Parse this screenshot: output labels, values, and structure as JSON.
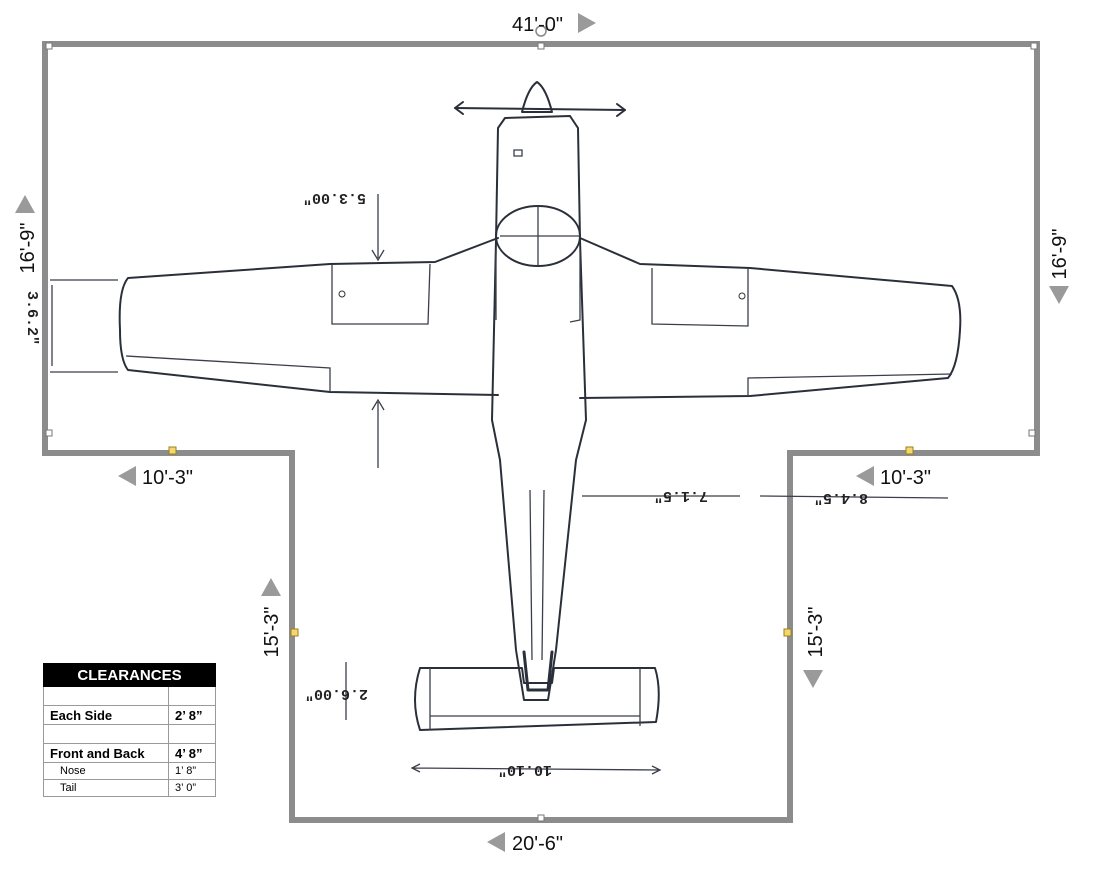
{
  "dimensions": {
    "top": "41'-0\"",
    "left_upper": "16'-9\"",
    "right_upper": "16'-9\"",
    "left_step": "10'-3\"",
    "right_step": "10'-3\"",
    "left_lower": "15'-3\"",
    "right_lower": "15'-3\"",
    "bottom": "20'-6\""
  },
  "aircraft_annotations": {
    "wing_chord_upper": "5.3.00\"",
    "wing_tip": "3.6.2\"",
    "fuselage_station": "7.1.5\"",
    "fuselage_offset": "8.4.5\"",
    "tail_chord": "2.6.00\"",
    "stabilizer_span": "10.10\""
  },
  "clearances": {
    "title": "CLEARANCES",
    "rows": [
      {
        "label": "",
        "value": "",
        "style": "blank"
      },
      {
        "label": "Each Side",
        "value": "2’ 8”",
        "style": "bold"
      },
      {
        "label": "",
        "value": "",
        "style": "blank"
      },
      {
        "label": "Front and Back",
        "value": "4’ 8”",
        "style": "bold"
      },
      {
        "label": "Nose",
        "value": "1’ 8”",
        "style": "sub"
      },
      {
        "label": "Tail",
        "value": "3’ 0”",
        "style": "sub"
      }
    ]
  },
  "colors": {
    "outline": "#8c8c8c",
    "arrow": "#9a9a9a",
    "handle": "#f5d76e",
    "ink": "#2a2f3a"
  }
}
